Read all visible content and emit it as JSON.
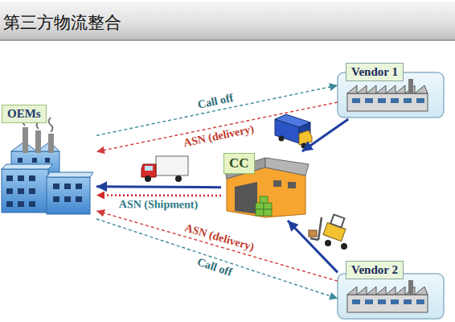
{
  "diagram": {
    "title": "第三方物流整合",
    "nodes": [
      {
        "text": [
          "OEMs"
        ]
      },
      {
        "text": [
          "Vendor 1"
        ]
      },
      {
        "text": [
          "CC"
        ]
      },
      {
        "text": [
          "Vendor 2"
        ]
      }
    ],
    "edges": [
      {
        "from": 0,
        "to": 1,
        "arrow": "to",
        "label": "Call off"
      },
      {
        "from": 1,
        "to": 0,
        "arrow": "to",
        "label": "ASN (delivery)"
      },
      {
        "from": 1,
        "to": 2,
        "arrow": "to"
      },
      {
        "from": 2,
        "to": 0,
        "arrow": "to"
      },
      {
        "from": 2,
        "to": 0,
        "arrow": "to",
        "label": "ASN (Shipment)"
      },
      {
        "from": 3,
        "to": 2,
        "arrow": "to"
      },
      {
        "from": 3,
        "to": 0,
        "arrow": "to",
        "label": "ASN (delivery)"
      },
      {
        "from": 0,
        "to": 3,
        "arrow": "to",
        "label": "Call off"
      }
    ]
  }
}
